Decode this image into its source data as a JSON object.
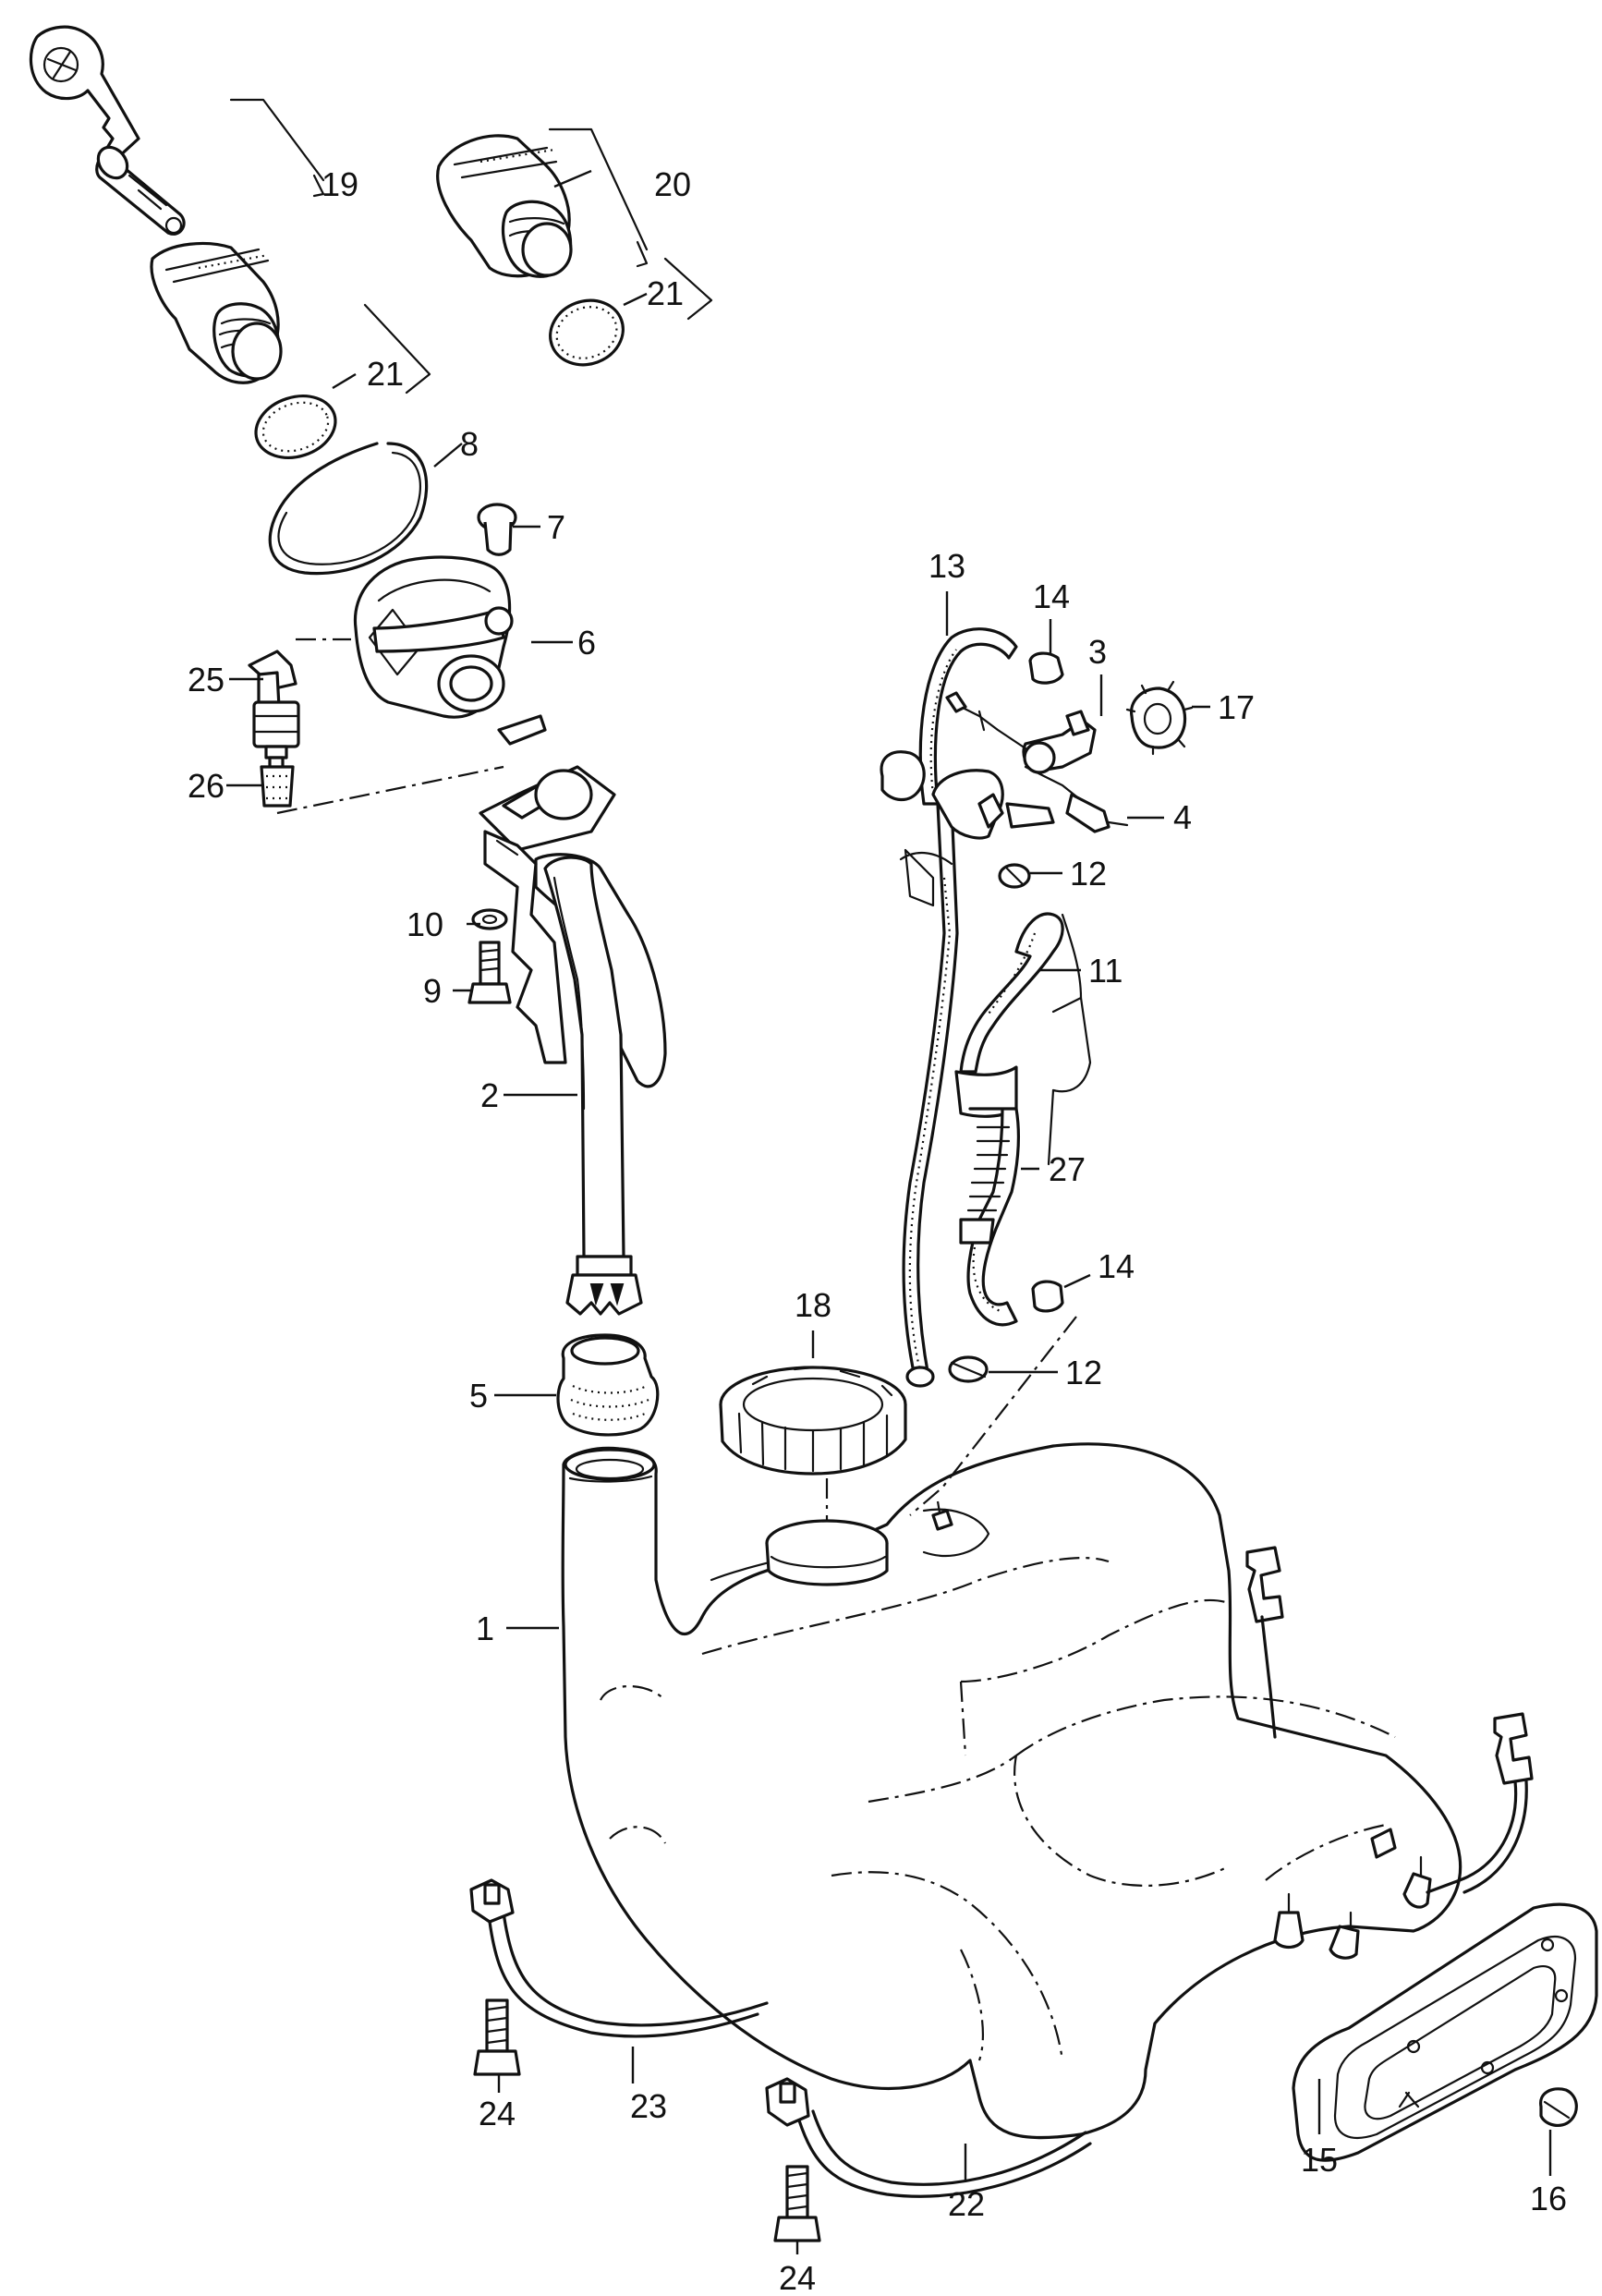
{
  "callouts": [
    {
      "id": "c1",
      "label": "1"
    },
    {
      "id": "c2",
      "label": "2"
    },
    {
      "id": "c3",
      "label": "3"
    },
    {
      "id": "c4",
      "label": "4"
    },
    {
      "id": "c5",
      "label": "5"
    },
    {
      "id": "c6",
      "label": "6"
    },
    {
      "id": "c7",
      "label": "7"
    },
    {
      "id": "c8",
      "label": "8"
    },
    {
      "id": "c9",
      "label": "9"
    },
    {
      "id": "c10",
      "label": "10"
    },
    {
      "id": "c11",
      "label": "11"
    },
    {
      "id": "c12a",
      "label": "12"
    },
    {
      "id": "c12b",
      "label": "12"
    },
    {
      "id": "c13",
      "label": "13"
    },
    {
      "id": "c14a",
      "label": "14"
    },
    {
      "id": "c14b",
      "label": "14"
    },
    {
      "id": "c15",
      "label": "15"
    },
    {
      "id": "c16",
      "label": "16"
    },
    {
      "id": "c17",
      "label": "17"
    },
    {
      "id": "c18",
      "label": "18"
    },
    {
      "id": "c19",
      "label": "19"
    },
    {
      "id": "c20",
      "label": "20"
    },
    {
      "id": "c21a",
      "label": "21"
    },
    {
      "id": "c21b",
      "label": "21"
    },
    {
      "id": "c22",
      "label": "22"
    },
    {
      "id": "c23",
      "label": "23"
    },
    {
      "id": "c24a",
      "label": "24"
    },
    {
      "id": "c24b",
      "label": "24"
    },
    {
      "id": "c25",
      "label": "25"
    },
    {
      "id": "c26",
      "label": "26"
    },
    {
      "id": "c27",
      "label": "27"
    }
  ]
}
